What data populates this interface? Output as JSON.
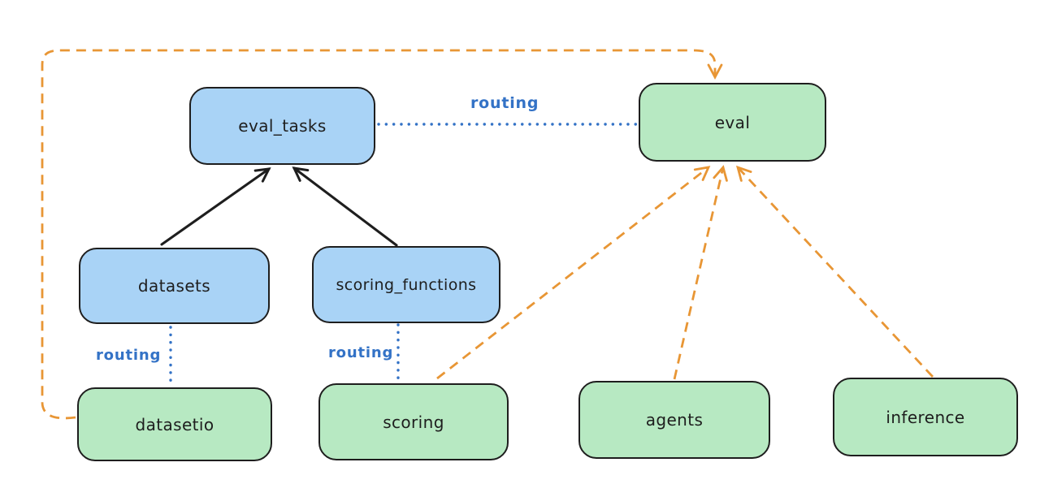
{
  "colors": {
    "stroke": "#1e1e1e",
    "blue_fill": "#a9d3f6",
    "green_fill": "#b7e9c2",
    "orange": "#e89635",
    "blue_line": "#3372c6",
    "canvas_bg": "#ffffff"
  },
  "nodes": {
    "eval_tasks": {
      "label": "eval_tasks",
      "fill": "blue"
    },
    "eval": {
      "label": "eval",
      "fill": "green"
    },
    "datasets": {
      "label": "datasets",
      "fill": "blue"
    },
    "scoring_functions": {
      "label": "scoring_functions",
      "fill": "blue"
    },
    "datasetio": {
      "label": "datasetio",
      "fill": "green"
    },
    "scoring": {
      "label": "scoring",
      "fill": "green"
    },
    "agents": {
      "label": "agents",
      "fill": "green"
    },
    "inference": {
      "label": "inference",
      "fill": "green"
    }
  },
  "edges": [
    {
      "from": "datasets",
      "to": "eval_tasks",
      "style": "solid",
      "color": "black",
      "arrow": true
    },
    {
      "from": "scoring_functions",
      "to": "eval_tasks",
      "style": "solid",
      "color": "black",
      "arrow": true
    },
    {
      "from": "eval_tasks",
      "to": "eval",
      "style": "dotted",
      "color": "blue",
      "arrow": false,
      "label": "routing"
    },
    {
      "from": "datasets",
      "to": "datasetio",
      "style": "dotted",
      "color": "blue",
      "arrow": false,
      "label": "routing"
    },
    {
      "from": "scoring_functions",
      "to": "scoring",
      "style": "dotted",
      "color": "blue",
      "arrow": false,
      "label": "routing"
    },
    {
      "from": "datasetio",
      "to": "eval",
      "style": "dashed",
      "color": "orange",
      "arrow": true
    },
    {
      "from": "scoring",
      "to": "eval",
      "style": "dashed",
      "color": "orange",
      "arrow": true
    },
    {
      "from": "agents",
      "to": "eval",
      "style": "dashed",
      "color": "orange",
      "arrow": true
    },
    {
      "from": "inference",
      "to": "eval",
      "style": "dashed",
      "color": "orange",
      "arrow": true
    }
  ]
}
